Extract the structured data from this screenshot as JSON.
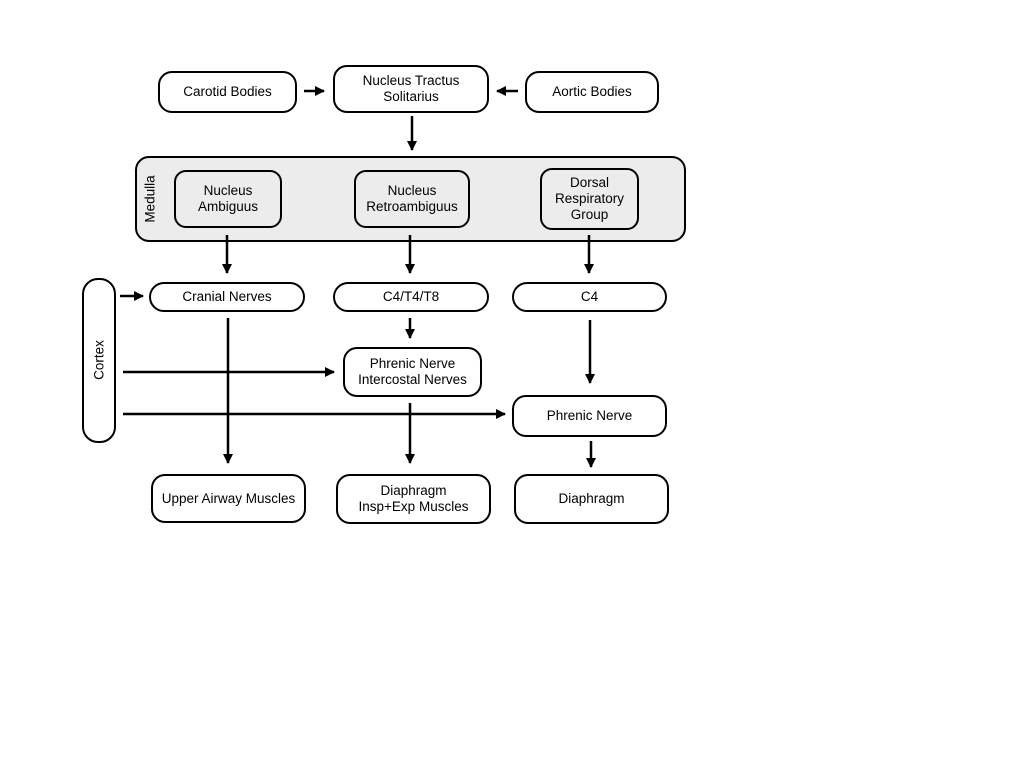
{
  "nodes": {
    "carotid_bodies": "Carotid Bodies",
    "nts_line1": "Nucleus Tractus",
    "nts_line2": "Solitarius",
    "aortic_bodies": "Aortic Bodies",
    "medulla": "Medulla",
    "nucleus_ambiguus_line1": "Nucleus",
    "nucleus_ambiguus_line2": "Ambiguus",
    "nucleus_retroambiguus_line1": "Nucleus",
    "nucleus_retroambiguus_line2": "Retroambiguus",
    "drg_line1": "Dorsal",
    "drg_line2": "Respiratory",
    "drg_line3": "Group",
    "cortex": "Cortex",
    "cranial_nerves": "Cranial Nerves",
    "c4_t4_t8": "C4/T4/T8",
    "c4": "C4",
    "phrenic_intercostal_line1": "Phrenic Nerve",
    "phrenic_intercostal_line2": "Intercostal Nerves",
    "phrenic_nerve": "Phrenic Nerve",
    "upper_airway_muscles": "Upper Airway Muscles",
    "diaphragm_insp_line1": "Diaphragm",
    "diaphragm_insp_line2": "Insp+Exp Muscles",
    "diaphragm": "Diaphragm"
  }
}
